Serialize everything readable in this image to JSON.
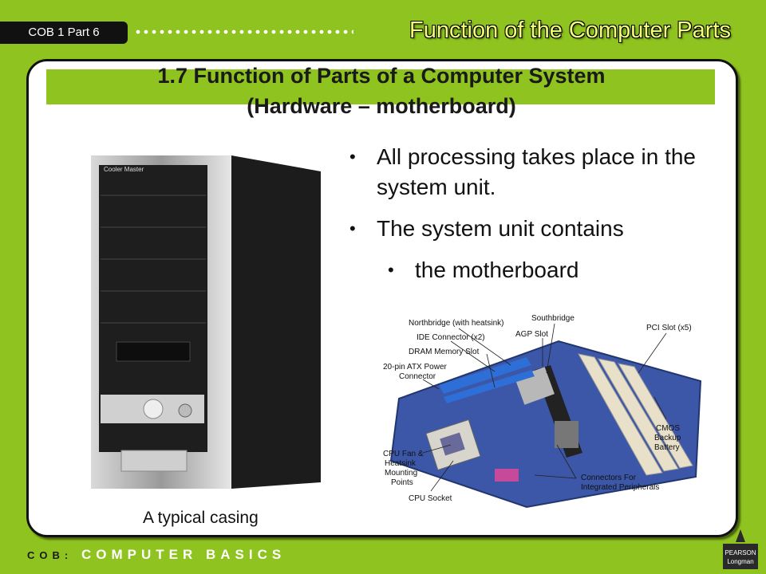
{
  "header": {
    "tag": "COB 1 Part 6",
    "section_title": "Function of the Computer Parts"
  },
  "slide": {
    "title_line1": "1.7 Function of Parts of a Computer System",
    "title_line2": "(Hardware – motherboard)",
    "bullets": [
      "All processing takes place in the system unit.",
      "The system unit contains",
      "the motherboard"
    ],
    "case_caption": "A typical casing",
    "case_brand": "Cooler Master"
  },
  "motherboard_labels": {
    "northbridge": "Northbridge (with heatsink)",
    "southbridge": "Southbridge",
    "ide": "IDE Connector (x2)",
    "agp": "AGP Slot",
    "pci": "PCI Slot (x5)",
    "dram": "DRAM Memory Slot",
    "atx_1": "20-pin ATX Power",
    "atx_2": "Connector",
    "cpu_fan_1": "CPU Fan &",
    "cpu_fan_2": "Heatsink",
    "cpu_fan_3": "Mounting",
    "cpu_fan_4": "Points",
    "cpu_socket": "CPU Socket",
    "cmos_1": "CMOS",
    "cmos_2": "Backup",
    "cmos_3": "Battery",
    "connectors_1": "Connectors For",
    "connectors_2": "Integrated Peripherals"
  },
  "footer": {
    "prefix": "COB:",
    "text": "COMPUTER BASICS"
  },
  "publisher": {
    "line1": "PEARSON",
    "line2": "Longman"
  },
  "colors": {
    "background": "#8fc31f",
    "panel": "#ffffff",
    "title_band": "#8fc31f",
    "header_title": "#f4ff7a"
  }
}
